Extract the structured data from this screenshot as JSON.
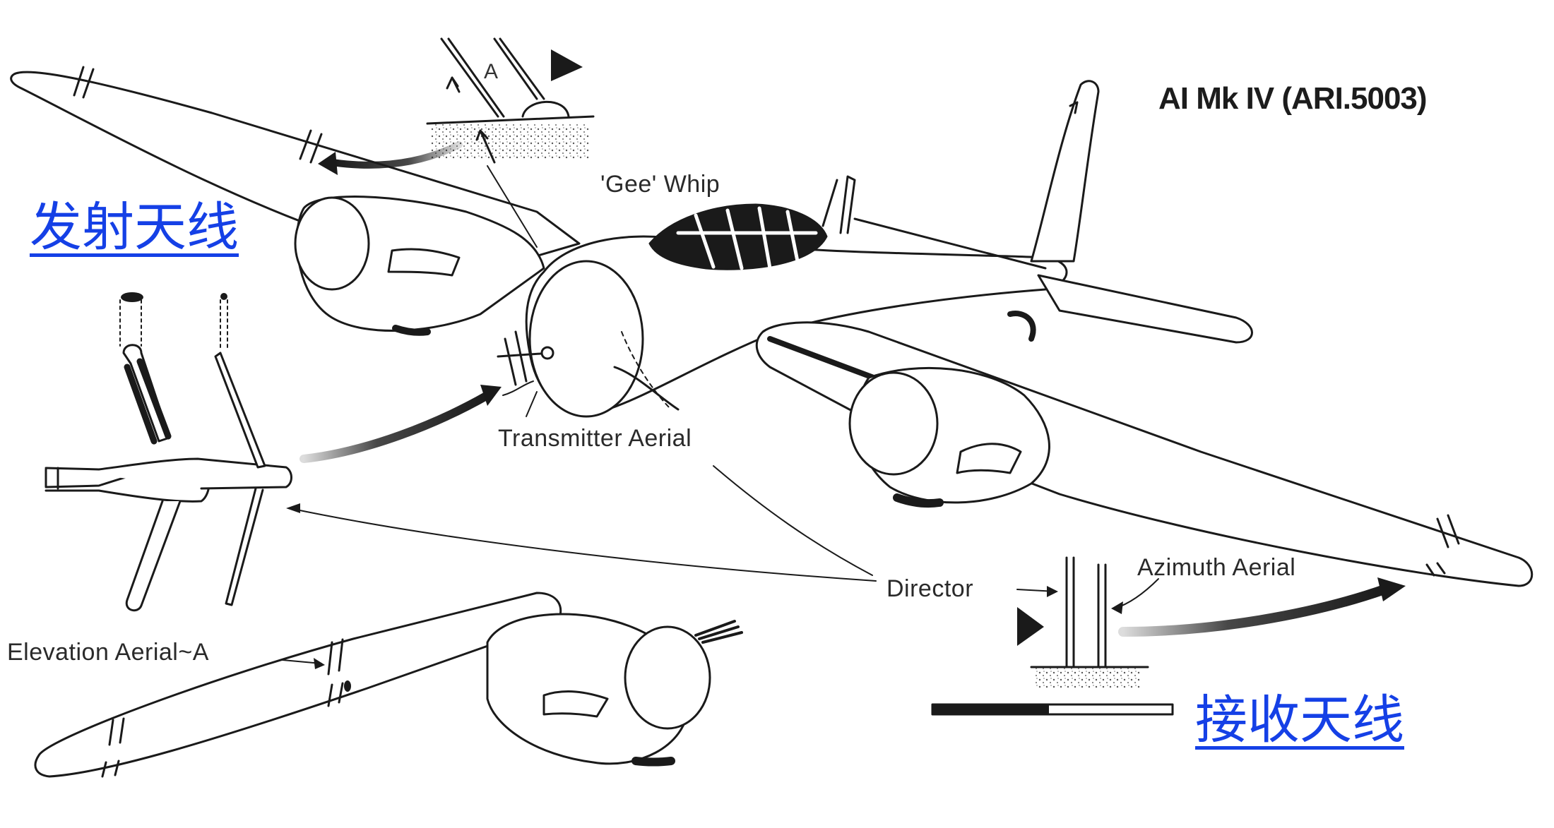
{
  "title": "AI Mk IV (ARI.5003)",
  "links": {
    "transmit": "发射天线",
    "receive": "接收天线"
  },
  "labels": {
    "gee_whip": "'Gee' Whip",
    "transmitter_aerial": "Transmitter Aerial",
    "director": "Director",
    "azimuth_aerial": "Azimuth Aerial",
    "elevation_aerial": "Elevation Aerial~A",
    "detail_a": "A"
  },
  "colors": {
    "link": "#1540e6",
    "ink": "#1a1a1a"
  }
}
